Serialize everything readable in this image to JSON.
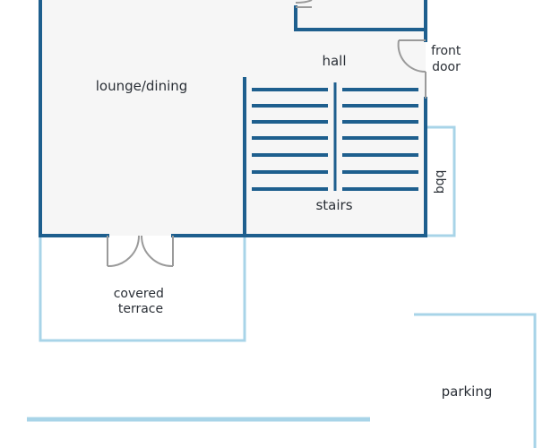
{
  "rooms": {
    "lounge_dining": "lounge/dining",
    "hall": "hall",
    "front_door": [
      "front",
      "door"
    ],
    "bbq": "bbq",
    "stairs": "stairs",
    "covered_terrace": [
      "covered",
      "terrace"
    ],
    "parking": "parking"
  },
  "colors": {
    "wall": "#1e5f8e",
    "outdoor_outline": "#a8d4e8",
    "floor_fill": "#f6f6f6",
    "door": "#9a9a9a",
    "label": "#2a2f36",
    "background": "#ffffff"
  }
}
